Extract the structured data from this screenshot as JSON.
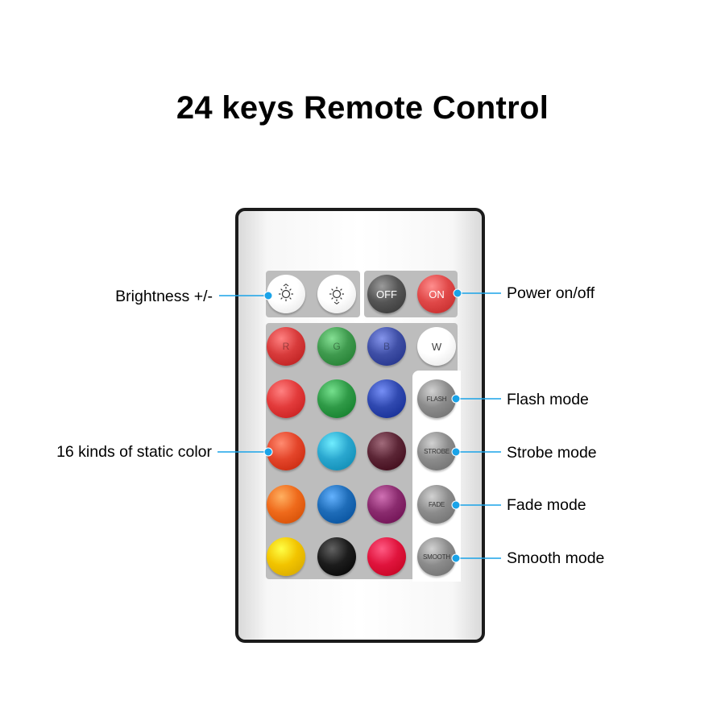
{
  "title": "24 keys Remote Control",
  "colors": {
    "callout": "#1aa3e8",
    "panel": "#bdbdbd",
    "frame": "#1b1b1b"
  },
  "keys": [
    {
      "id": "brightness-up",
      "label": "",
      "icon": "brightness-up-icon",
      "color": "#ffffff",
      "style": "light"
    },
    {
      "id": "brightness-down",
      "label": "",
      "icon": "brightness-down-icon",
      "color": "#ffffff",
      "style": "light"
    },
    {
      "id": "off",
      "label": "OFF",
      "icon": "",
      "color": "#555555",
      "style": "dark"
    },
    {
      "id": "on",
      "label": "ON",
      "icon": "",
      "color": "#e04848",
      "style": "dark"
    },
    {
      "id": "red",
      "label": "R",
      "color": "#d83b3b",
      "style": "letter"
    },
    {
      "id": "green",
      "label": "G",
      "color": "#3f9a4e",
      "style": "letter"
    },
    {
      "id": "blue",
      "label": "B",
      "color": "#3f4fa6",
      "style": "letter"
    },
    {
      "id": "white",
      "label": "W",
      "color": "#ffffff",
      "style": "light"
    },
    {
      "id": "color-1",
      "label": "",
      "color": "#e33b3b",
      "style": "color"
    },
    {
      "id": "color-2",
      "label": "",
      "color": "#2f9a47",
      "style": "color"
    },
    {
      "id": "color-3",
      "label": "",
      "color": "#3049b0",
      "style": "color"
    },
    {
      "id": "flash",
      "label": "FLASH",
      "color": "#8c8c8c",
      "style": "mode"
    },
    {
      "id": "color-4",
      "label": "",
      "color": "#e4452a",
      "style": "color"
    },
    {
      "id": "color-5",
      "label": "",
      "color": "#2aa7cf",
      "style": "color"
    },
    {
      "id": "color-6",
      "label": "",
      "color": "#5b2535",
      "style": "color"
    },
    {
      "id": "strobe",
      "label": "STROBE",
      "color": "#8c8c8c",
      "style": "mode"
    },
    {
      "id": "color-7",
      "label": "",
      "color": "#ef6a1b",
      "style": "color"
    },
    {
      "id": "color-8",
      "label": "",
      "color": "#1e6cb8",
      "style": "color"
    },
    {
      "id": "color-9",
      "label": "",
      "color": "#8a2b6e",
      "style": "color"
    },
    {
      "id": "fade",
      "label": "FADE",
      "color": "#8c8c8c",
      "style": "mode"
    },
    {
      "id": "color-10",
      "label": "",
      "color": "#f2c400",
      "style": "color"
    },
    {
      "id": "color-11",
      "label": "",
      "color": "#1c1c1c",
      "style": "color"
    },
    {
      "id": "color-12",
      "label": "",
      "color": "#e0143d",
      "style": "color"
    },
    {
      "id": "smooth",
      "label": "SMOOTH",
      "color": "#8c8c8c",
      "style": "mode"
    }
  ],
  "callouts": {
    "brightness": "Brightness +/-",
    "power": "Power on/off",
    "static_color": "16 kinds of static color",
    "flash": "Flash mode",
    "strobe": "Strobe mode",
    "fade": "Fade mode",
    "smooth": "Smooth mode"
  }
}
